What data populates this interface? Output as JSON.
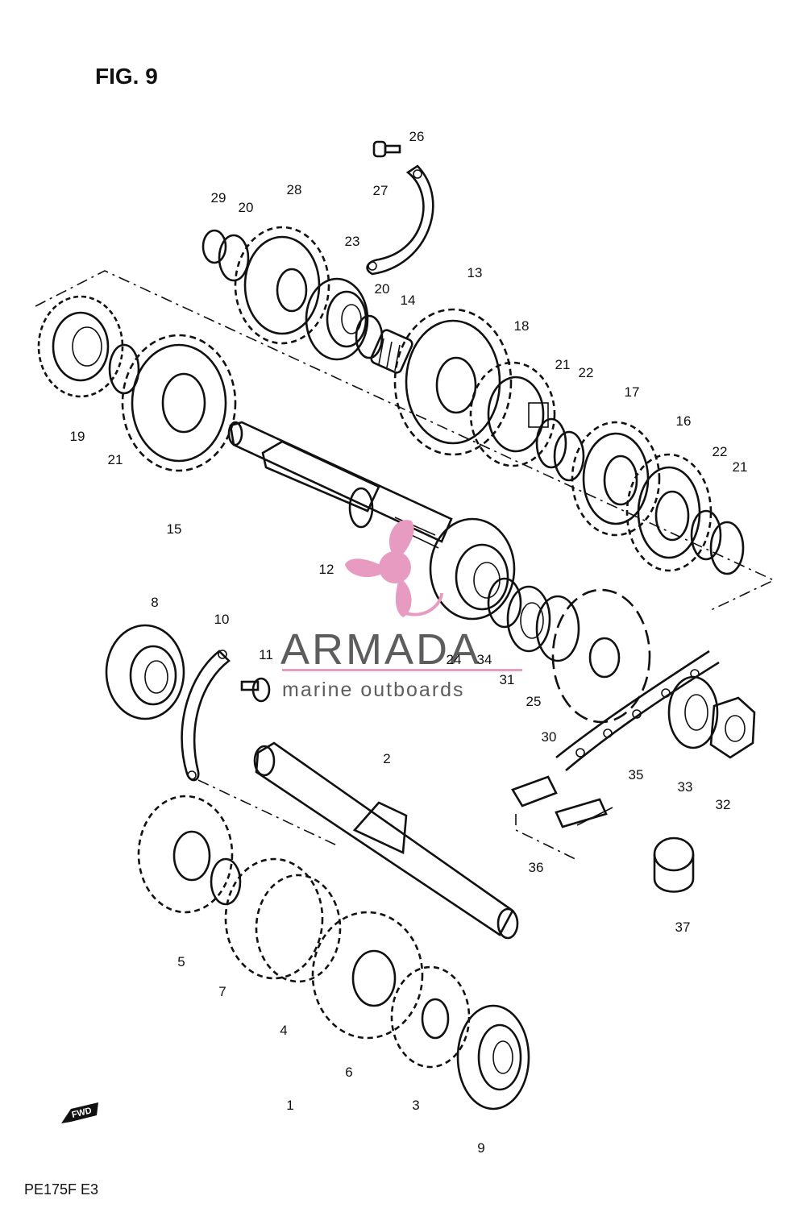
{
  "figure": {
    "title": "FIG. 9",
    "model_code": "PE175F E3",
    "direction_marker": "FWD"
  },
  "watermark": {
    "brand": "ARMADA",
    "tagline": "marine outboards",
    "accent_color": "#e89bc0",
    "text_color": "#5d5d5d"
  },
  "part_labels": {
    "p1": "1",
    "p2": "2",
    "p3": "3",
    "p4": "4",
    "p5": "5",
    "p6": "6",
    "p7": "7",
    "p8": "8",
    "p9": "9",
    "p10": "10",
    "p11": "11",
    "p12": "12",
    "p13": "13",
    "p14": "14",
    "p15": "15",
    "p16": "16",
    "p17": "17",
    "p18": "18",
    "p19": "19",
    "p20a": "20",
    "p20b": "20",
    "p21a": "21",
    "p21b": "21",
    "p21c": "21",
    "p22a": "22",
    "p22b": "22",
    "p23": "23",
    "p24": "24",
    "p25": "25",
    "p26": "26",
    "p27": "27",
    "p28": "28",
    "p29": "29",
    "p30": "30",
    "p31": "31",
    "p32": "32",
    "p33": "33",
    "p34": "34",
    "p35": "35",
    "p36": "36",
    "p37": "37"
  }
}
